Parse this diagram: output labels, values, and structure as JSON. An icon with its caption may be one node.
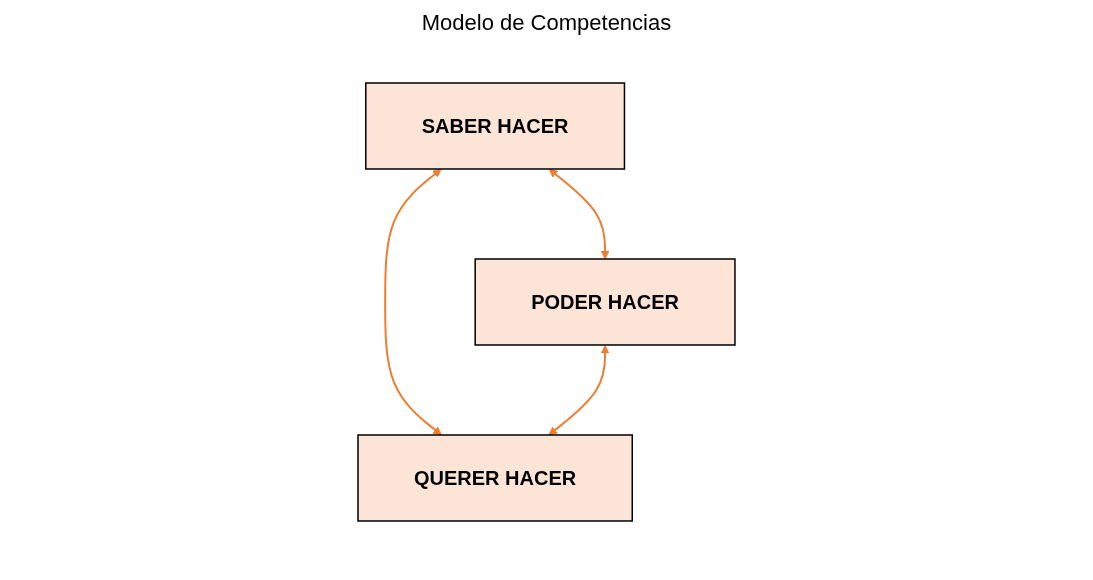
{
  "diagram": {
    "title": "Modelo de Competencias",
    "nodes": [
      {
        "text": [
          "SABER HACER"
        ]
      },
      {
        "text": [
          "PODER HACER"
        ]
      },
      {
        "text": [
          "QUERER HACER"
        ]
      }
    ],
    "edges": [
      {
        "from": 0,
        "to": 1,
        "arrow": "both"
      },
      {
        "from": 0,
        "to": 2,
        "arrow": "both"
      },
      {
        "from": 1,
        "to": 2,
        "arrow": "both"
      }
    ]
  }
}
